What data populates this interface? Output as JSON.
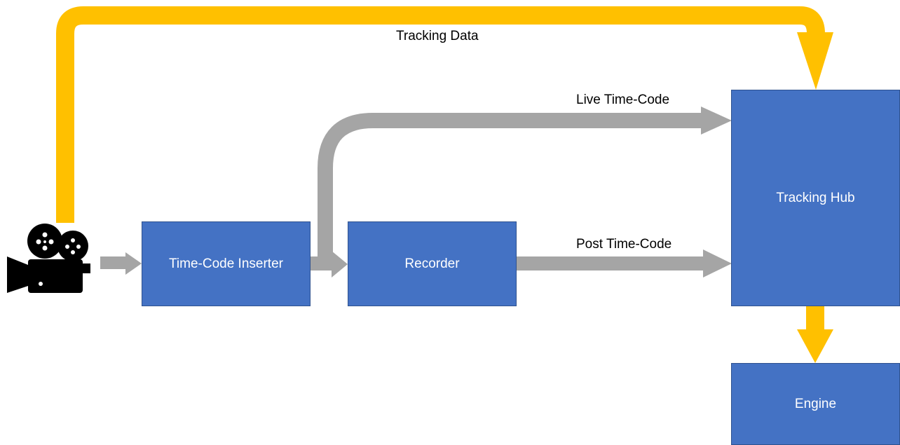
{
  "diagram": {
    "nodes": {
      "camera": {
        "icon": "film-camera-icon"
      },
      "time_code_inserter": {
        "label": "Time-Code Inserter"
      },
      "recorder": {
        "label": "Recorder"
      },
      "tracking_hub": {
        "label": "Tracking Hub"
      },
      "engine": {
        "label": "Engine"
      }
    },
    "edges": {
      "tracking_data": {
        "label": "Tracking Data",
        "from": "camera",
        "to": "tracking_hub",
        "color": "#ffc000"
      },
      "camera_to_inserter": {
        "from": "camera",
        "to": "time_code_inserter",
        "color": "#a5a5a5"
      },
      "inserter_to_recorder": {
        "from": "time_code_inserter",
        "to": "recorder",
        "color": "#a5a5a5"
      },
      "live_time_code": {
        "label": "Live Time-Code",
        "from": "time_code_inserter",
        "to": "tracking_hub",
        "color": "#a5a5a5"
      },
      "post_time_code": {
        "label": "Post Time-Code",
        "from": "recorder",
        "to": "tracking_hub",
        "color": "#a5a5a5"
      },
      "hub_to_engine": {
        "from": "tracking_hub",
        "to": "engine",
        "color": "#ffc000"
      }
    },
    "colors": {
      "node_fill": "#4472c4",
      "node_border": "#2f528f",
      "node_text": "#ffffff",
      "tracking_arrow": "#ffc000",
      "timecode_arrow": "#a5a5a5"
    }
  }
}
